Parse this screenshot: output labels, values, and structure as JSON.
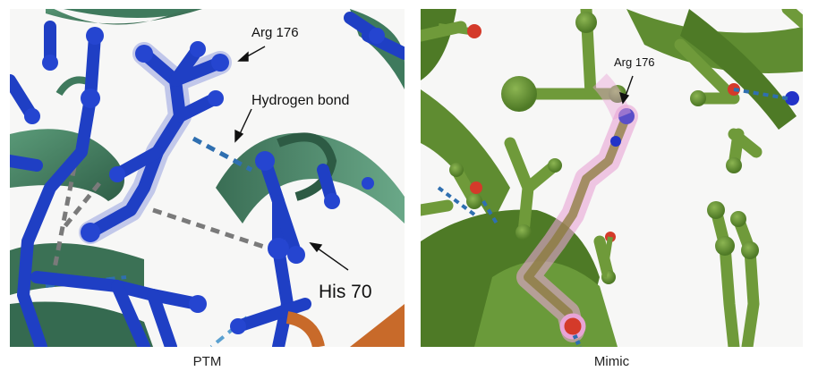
{
  "panels": {
    "ptm": {
      "caption": "PTM",
      "labels": {
        "residue_arg": "Arg 176",
        "hbond": "Hydrogen bond",
        "residue_his": "His 70"
      }
    },
    "mimic": {
      "caption": "Mimic",
      "labels": {
        "residue_arg": "Arg 176"
      }
    }
  },
  "colors": {
    "ptm_ribbon": "#3f7a5d",
    "ptm_sticks": "#1f3fc4",
    "mimic_ribbon": "#5f8c31",
    "mimic_sticks": "#6f9a3a",
    "highlight": "#e8a4d6",
    "oxygen": "#d43a2a",
    "nitrogen": "#2233c8",
    "orange_ligand": "#c86a2a",
    "hbond_dashes": "#2f6fb0",
    "other_dashes": "#7a7a7a"
  }
}
